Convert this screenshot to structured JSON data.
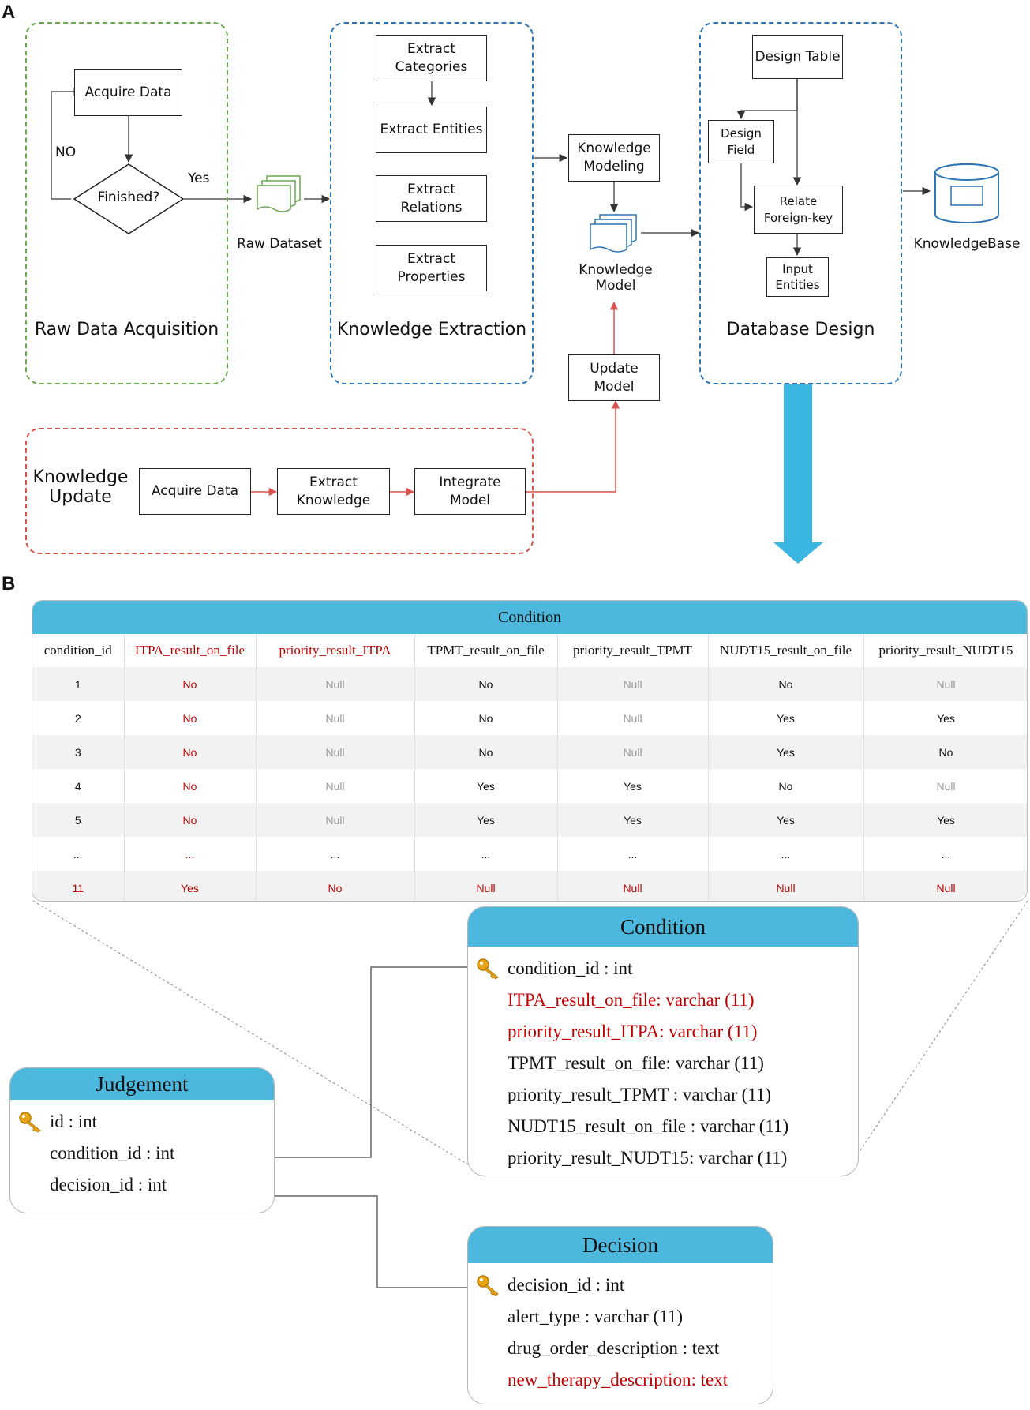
{
  "panel_labels": {
    "a": "A",
    "b": "B"
  },
  "raw_data_acquisition": {
    "acquire_data": "Acquire Data",
    "finished": "Finished?",
    "no_label": "NO",
    "yes_label": "Yes",
    "raw_dataset": "Raw Dataset",
    "title": "Raw Data Acquisition"
  },
  "knowledge_extraction": {
    "steps": [
      "Extract\nCategories",
      "Extract Entities",
      "Extract\nRelations",
      "Extract\nProperties"
    ],
    "title": "Knowledge Extraction"
  },
  "knowledge_modeling": {
    "modeling": "Knowledge\nModeling",
    "model": "Knowledge\nModel",
    "update_model": "Update\nModel"
  },
  "database_design": {
    "design_table": "Design Table",
    "design_field": "Design\nField",
    "relate_foreign_key": "Relate\nForeign-key",
    "input_entities": "Input\nEntities",
    "title": "Database Design",
    "knowledgebase": "KnowledgeBase"
  },
  "knowledge_update": {
    "title": "Knowledge\nUpdate",
    "steps": [
      "Acquire Data",
      "Extract\nKnowledge",
      "Integrate\nModel"
    ]
  },
  "condition_table": {
    "title": "Condition",
    "columns": [
      "condition_id",
      "ITPA_result_on_file",
      "priority_result_ITPA",
      "TPMT_result_on_file",
      "priority_result_TPMT",
      "NUDT15_result_on_file",
      "priority_result_NUDT15"
    ],
    "rows": [
      [
        "1",
        "No",
        "Null",
        "No",
        "Null",
        "No",
        "Null"
      ],
      [
        "2",
        "No",
        "Null",
        "No",
        "Null",
        "Yes",
        "Yes"
      ],
      [
        "3",
        "No",
        "Null",
        "No",
        "Null",
        "Yes",
        "No"
      ],
      [
        "4",
        "No",
        "Null",
        "Yes",
        "Yes",
        "No",
        "Null"
      ],
      [
        "5",
        "No",
        "Null",
        "Yes",
        "Yes",
        "Yes",
        "Yes"
      ],
      [
        "...",
        "...",
        "...",
        "...",
        "...",
        "...",
        "..."
      ],
      [
        "11",
        "Yes",
        "No",
        "Null",
        "Null",
        "Null",
        "Null"
      ]
    ]
  },
  "entities": {
    "condition": {
      "title": "Condition",
      "fields": [
        "condition_id : int",
        "ITPA_result_on_file: varchar (11)",
        "priority_result_ITPA: varchar (11)",
        "TPMT_result_on_file: varchar (11)",
        "priority_result_TPMT : varchar (11)",
        "NUDT15_result_on_file : varchar (11)",
        "priority_result_NUDT15: varchar (11)"
      ]
    },
    "judgement": {
      "title": "Judgement",
      "fields": [
        "id : int",
        "condition_id : int",
        "decision_id : int"
      ]
    },
    "decision": {
      "title": "Decision",
      "fields": [
        "decision_id : int",
        "alert_type : varchar (11)",
        "drug_order_description : text",
        "new_therapy_description: text"
      ]
    }
  },
  "colors": {
    "header_blue": "#4db8dd",
    "highlight_red": "#c00000",
    "arrow_blue": "#3bb6e0",
    "green_border": "#6aa84f",
    "blue_border": "#2e75b6",
    "red_border": "#d9534f"
  },
  "icons": [
    "key-icon",
    "document-stack-icon",
    "database-icon"
  ]
}
